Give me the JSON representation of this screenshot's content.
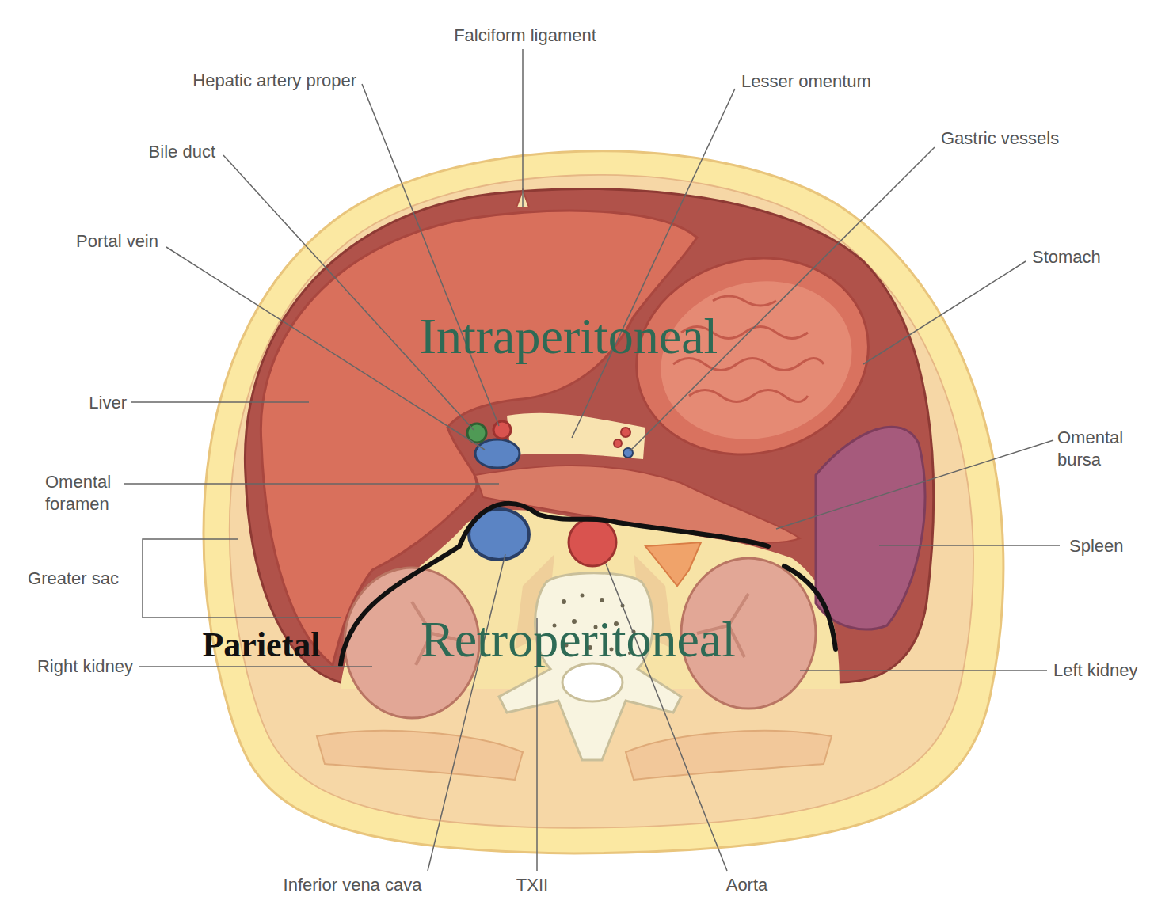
{
  "diagram": {
    "labels": [
      "Falciform ligament",
      "Hepatic artery proper",
      "Lesser omentum",
      "Gastric vessels",
      "Bile duct",
      "Stomach",
      "Portal vein",
      "Intraperitoneal",
      "Liver",
      "Omental bursa",
      "Omental foramen",
      "Spleen",
      "Greater sac",
      "Parietal",
      "Retroperitoneal",
      "Right kidney",
      "Left kidney",
      "Inferior vena cava",
      "TXII",
      "Aorta"
    ]
  }
}
